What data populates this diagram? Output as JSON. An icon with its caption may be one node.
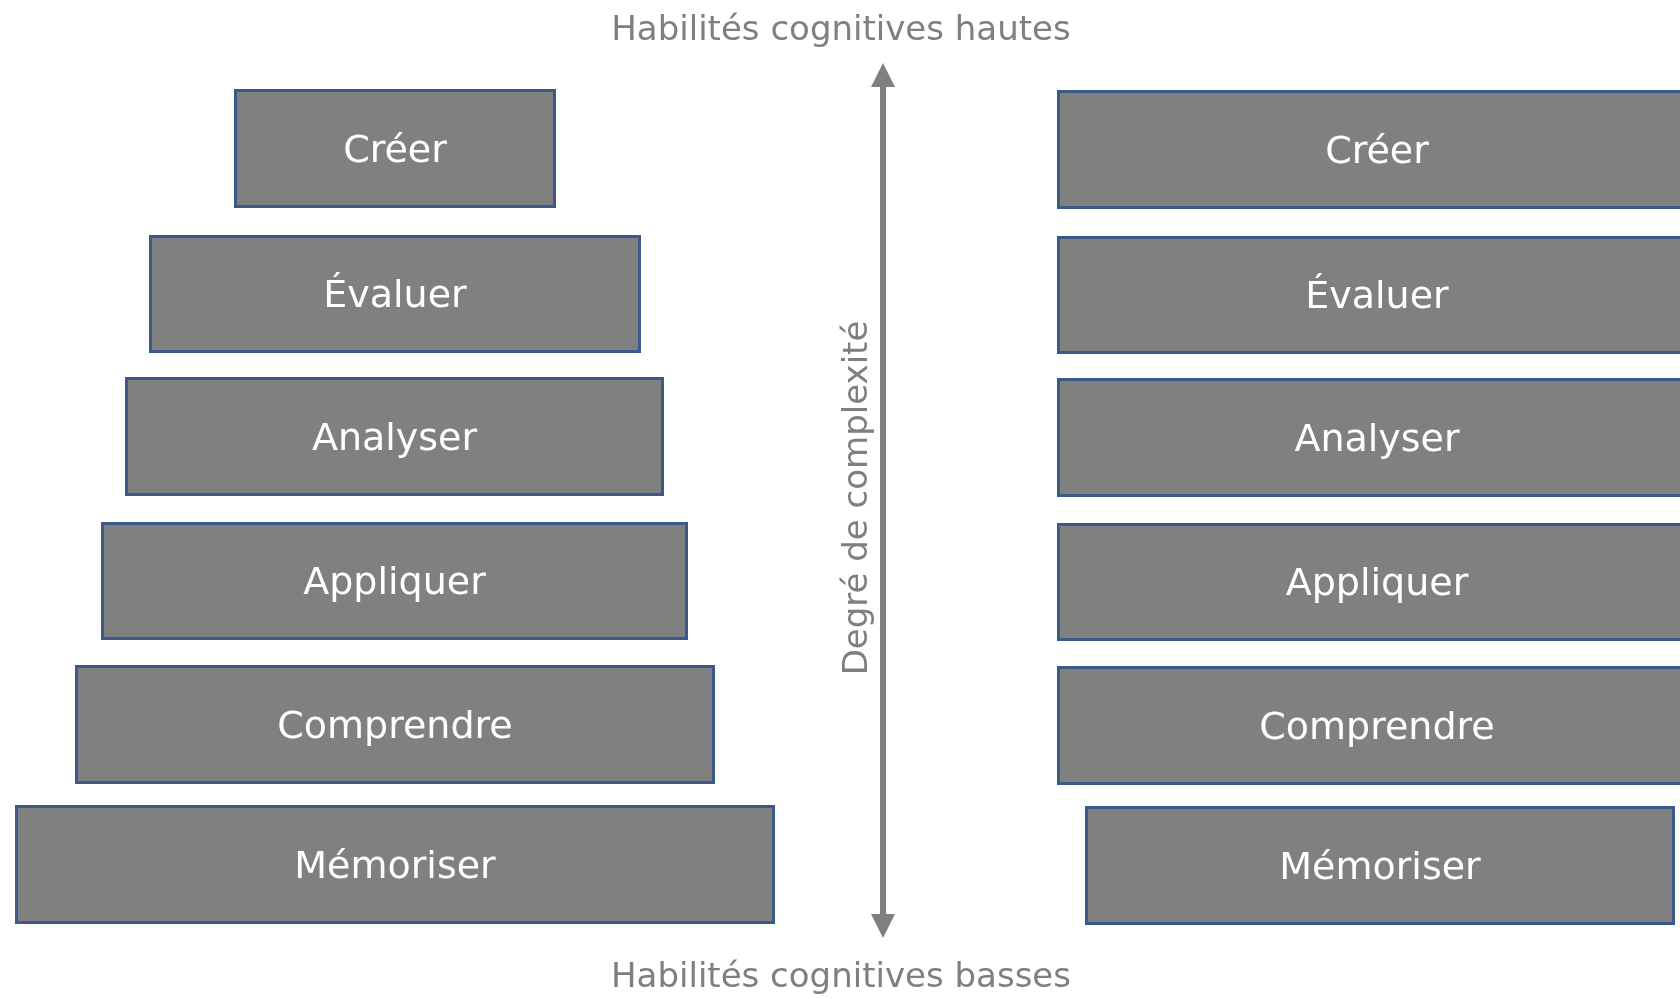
{
  "diagram": {
    "nodes": [
      {
        "text": [
          "Créer"
        ]
      },
      {
        "text": [
          "Évaluer"
        ]
      },
      {
        "text": [
          "Analyser"
        ]
      },
      {
        "text": [
          "Appliquer"
        ]
      },
      {
        "text": [
          "Comprendre"
        ]
      },
      {
        "text": [
          "Mémoriser"
        ]
      },
      {
        "text": [
          "Créer"
        ]
      },
      {
        "text": [
          "Évaluer"
        ]
      },
      {
        "text": [
          "Analyser"
        ]
      },
      {
        "text": [
          "Appliquer"
        ]
      },
      {
        "text": [
          "Comprendre"
        ]
      },
      {
        "text": [
          "Mémoriser"
        ]
      }
    ],
    "edges": [],
    "labels": [
      "Habilités cognitives hautes",
      "Degré de complexité",
      "Habilités cognitives basses"
    ]
  }
}
